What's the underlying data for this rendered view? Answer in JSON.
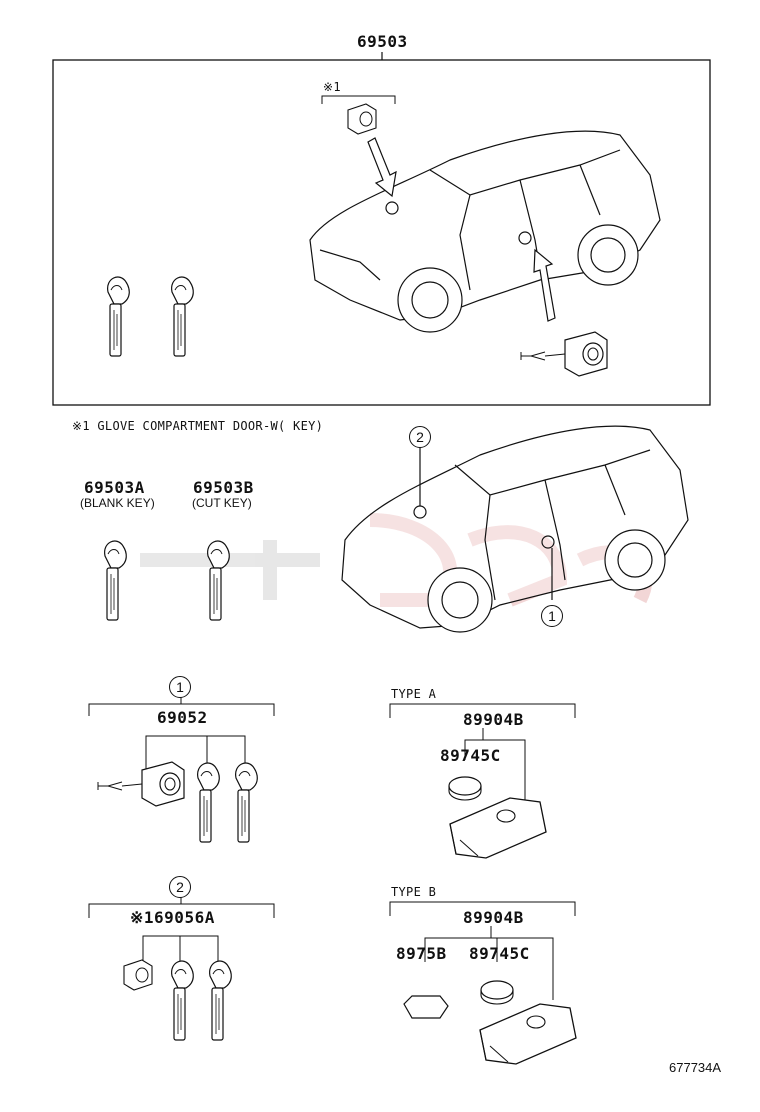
{
  "labels": {
    "main_part": "69503",
    "note_marker": "※1",
    "note_text": "※1 GLOVE COMPARTMENT  DOOR-W( KEY)",
    "blank_key_part": "69503A",
    "blank_key_desc": "(BLANK KEY)",
    "cut_key_part": "69503B",
    "cut_key_desc": "(CUT KEY)",
    "callout_1": "1",
    "callout_2": "2",
    "set_1_part": "69052",
    "set_2_part": "※169056A",
    "type_a_label": "TYPE  A",
    "type_a_remote": "89904B",
    "type_a_battery": "89745C",
    "type_b_label": "TYPE  B",
    "type_b_remote": "89904B",
    "type_b_cover": "8975B",
    "type_b_battery": "89745C",
    "diagram_id": "677734A"
  },
  "colors": {
    "line": "#111111",
    "watermark": "#e8b5b5",
    "watermark_gray": "#d5d5d5"
  }
}
